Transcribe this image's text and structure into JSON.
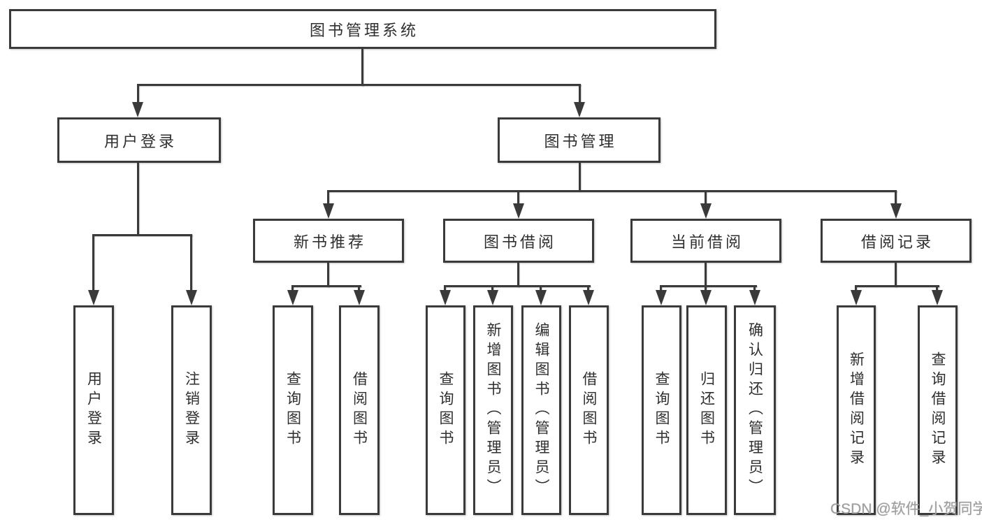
{
  "diagram": {
    "type": "hierarchy-tree",
    "root": {
      "label": "图书管理系统"
    },
    "level2": {
      "user_login": {
        "label": "用户登录"
      },
      "book_mgmt": {
        "label": "图书管理"
      }
    },
    "level3": {
      "new_book_rec": {
        "label": "新书推荐"
      },
      "book_borrow": {
        "label": "图书借阅"
      },
      "current_borrow": {
        "label": "当前借阅"
      },
      "borrow_records": {
        "label": "借阅记录"
      }
    },
    "leaves": {
      "ul_login": {
        "label": "用户登录",
        "parent": "用户登录"
      },
      "ul_logout": {
        "label": "注销登录",
        "parent": "用户登录"
      },
      "nbr_query": {
        "label": "查询图书",
        "parent": "新书推荐"
      },
      "nbr_borrow": {
        "label": "借阅图书",
        "parent": "新书推荐"
      },
      "bb_query": {
        "label": "查询图书",
        "parent": "图书借阅"
      },
      "bb_add": {
        "label": "新增图书（管理员）",
        "parent": "图书借阅"
      },
      "bb_edit": {
        "label": "编辑图书（管理员）",
        "parent": "图书借阅"
      },
      "bb_borrow": {
        "label": "借阅图书",
        "parent": "图书借阅"
      },
      "cb_query": {
        "label": "查询图书",
        "parent": "当前借阅"
      },
      "cb_return": {
        "label": "归还图书",
        "parent": "当前借阅"
      },
      "cb_confirm": {
        "label": "确认归还（管理员）",
        "parent": "当前借阅"
      },
      "br_add": {
        "label": "新增借阅记录",
        "parent": "借阅记录"
      },
      "br_query": {
        "label": "查询借阅记录",
        "parent": "借阅记录"
      }
    },
    "colors": {
      "line": "#3a3a3a",
      "text": "#2f2f2f",
      "background": "#ffffff",
      "watermark": "#9e9e9e"
    }
  },
  "watermark": {
    "text": "CSDN @软件_小贺同学"
  }
}
